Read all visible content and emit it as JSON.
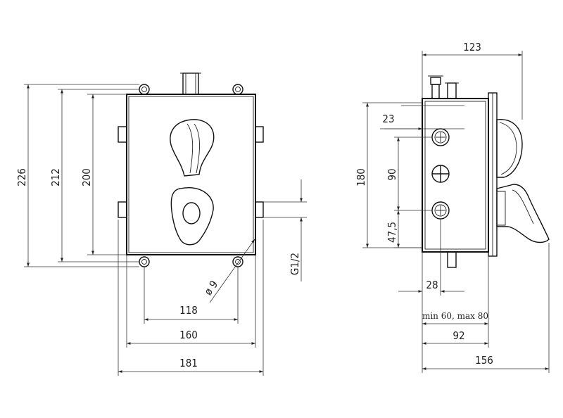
{
  "front_view": {
    "dims": {
      "total_height": "226",
      "height_212": "212",
      "height_200": "200",
      "width_118": "118",
      "width_160": "160",
      "width_181": "181",
      "thread": "G1/2",
      "hole_diameter": "ø 9"
    }
  },
  "side_view": {
    "dims": {
      "depth_123": "123",
      "offset_23": "23",
      "height_180": "180",
      "spacing_90": "90",
      "offset_47_5": "47,5",
      "offset_28": "28",
      "install_depth": "min 60, max 80",
      "depth_92": "92",
      "total_depth": "156"
    }
  }
}
